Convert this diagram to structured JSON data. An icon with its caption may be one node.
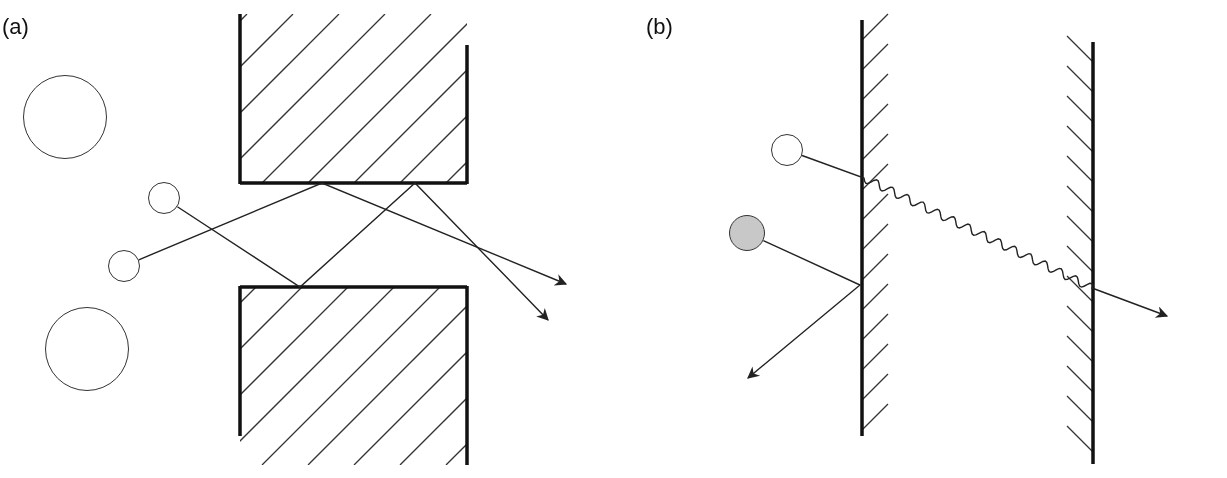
{
  "diagram": {
    "nodes": [
      {
        "text": [],
        "shape": "circle"
      },
      {
        "text": [],
        "shape": "circle"
      },
      {
        "text": [],
        "shape": "circle"
      },
      {
        "text": [],
        "shape": "circle"
      },
      {
        "text": [],
        "shape": "circle"
      },
      {
        "text": [],
        "shape": "circle"
      }
    ],
    "edges": [
      {
        "from": 2,
        "to": null,
        "arrow": "to"
      },
      {
        "from": 3,
        "to": null,
        "arrow": "to"
      },
      {
        "from": 4,
        "to": null,
        "arrow": "to"
      },
      {
        "from": 5,
        "to": null,
        "arrow": "to"
      }
    ],
    "labels": [
      "(a)",
      "(b)"
    ]
  }
}
